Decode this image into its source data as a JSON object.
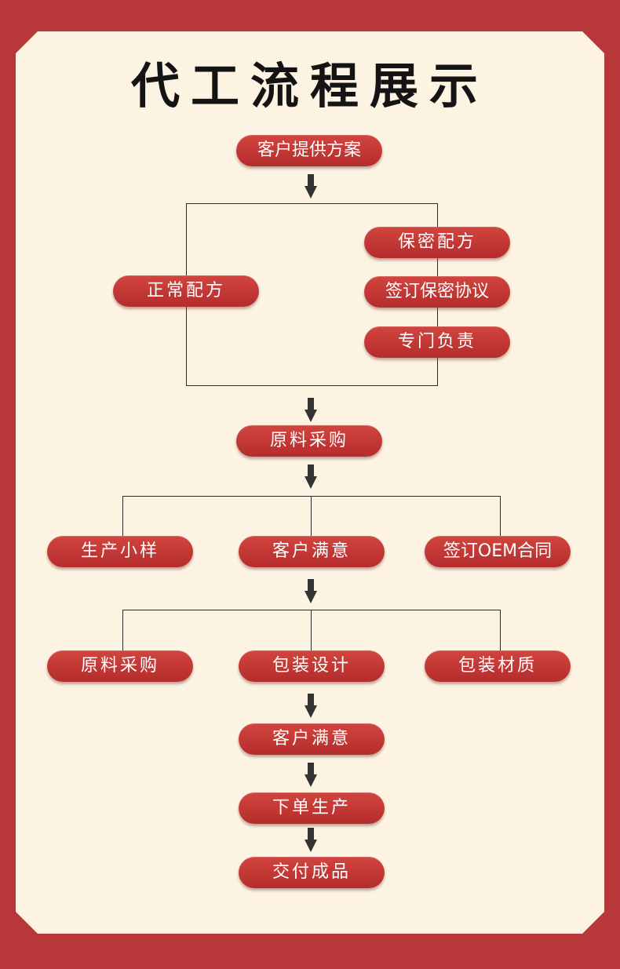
{
  "title": "代工流程展示",
  "steps": {
    "s1": "客户提供方案",
    "normal_formula": "正常配方",
    "secret_formula": "保密配方",
    "nda": "签订保密协议",
    "dedicated": "专门负责",
    "purchase": "原料采购",
    "sample": "生产小样",
    "satisfied1": "客户满意",
    "oem": "签订OEM合同",
    "purchase2": "原料采购",
    "package_design": "包装设计",
    "package_material": "包装材质",
    "satisfied2": "客户满意",
    "order": "下单生产",
    "deliver": "交付成品"
  },
  "colors": {
    "background": "#b8373a",
    "card": "#fdf3e3",
    "pill": "#c13a37",
    "pill_text": "#ffffff",
    "line": "#2b2b2b"
  }
}
